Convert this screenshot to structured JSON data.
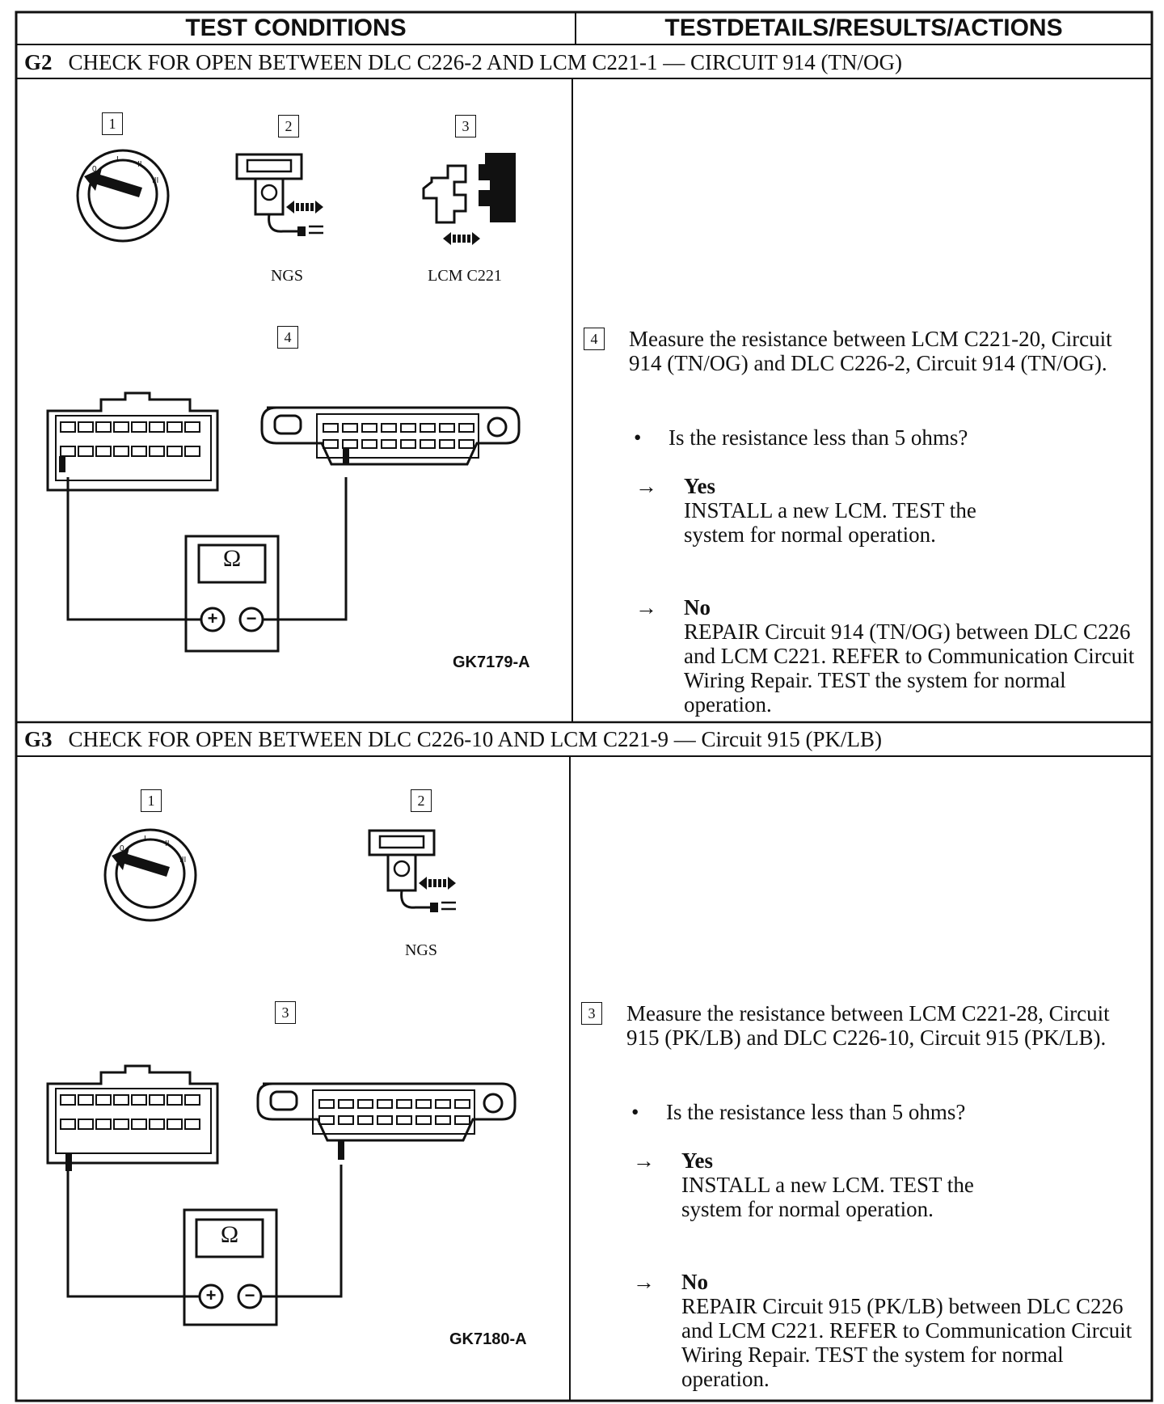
{
  "header": {
    "left": "TEST CONDITIONS",
    "right": "TESTDETAILS/RESULTS/ACTIONS"
  },
  "g2": {
    "id": "G2",
    "title": "CHECK FOR OPEN BETWEEN DLC C226-2 AND LCM C221-1 — CIRCUIT 914 (TN/OG)",
    "step_boxes": [
      "1",
      "2",
      "3",
      "4"
    ],
    "labels": {
      "ngs": "NGS",
      "lcm": "LCM C221"
    },
    "meter_symbol": "Ω",
    "figure_code": "GK7179-A",
    "step_number": "4",
    "instruction": "Measure the resistance between LCM C221-20, Circuit 914 (TN/OG) and DLC C226-2, Circuit 914 (TN/OG).",
    "question": "Is the resistance less than 5 ohms?",
    "yes_label": "Yes",
    "yes_text": "INSTALL a new LCM. TEST the system for normal operation.",
    "no_label": "No",
    "no_text": "REPAIR Circuit 914 (TN/OG) between DLC C226 and LCM C221. REFER to Communication Circuit Wiring Repair. TEST the system for normal operation."
  },
  "g3": {
    "id": "G3",
    "title": "CHECK FOR OPEN BETWEEN DLC C226-10 AND LCM C221-9 — Circuit 915 (PK/LB)",
    "step_boxes": [
      "1",
      "2",
      "3"
    ],
    "labels": {
      "ngs": "NGS"
    },
    "meter_symbol": "Ω",
    "figure_code": "GK7180-A",
    "step_number": "3",
    "instruction": "Measure the resistance between LCM C221-28, Circuit 915 (PK/LB) and DLC C226-10, Circuit 915 (PK/LB).",
    "question": "Is the resistance less than 5 ohms?",
    "yes_label": "Yes",
    "yes_text": "INSTALL a new LCM. TEST the system for normal operation.",
    "no_label": "No",
    "no_text": "REPAIR Circuit 915 (PK/LB) between DLC C226 and LCM C221. REFER to Communication Circuit Wiring Repair. TEST the system for normal operation."
  },
  "glyphs": {
    "bullet": "•",
    "arrow": "→",
    "plus": "+",
    "minus": "−"
  },
  "icons": [
    "ignition-key-icon",
    "ngs-tester-icon",
    "connector-disconnect-icon",
    "ohmmeter-icon",
    "lcm-connector-icon",
    "dlc-connector-icon"
  ]
}
